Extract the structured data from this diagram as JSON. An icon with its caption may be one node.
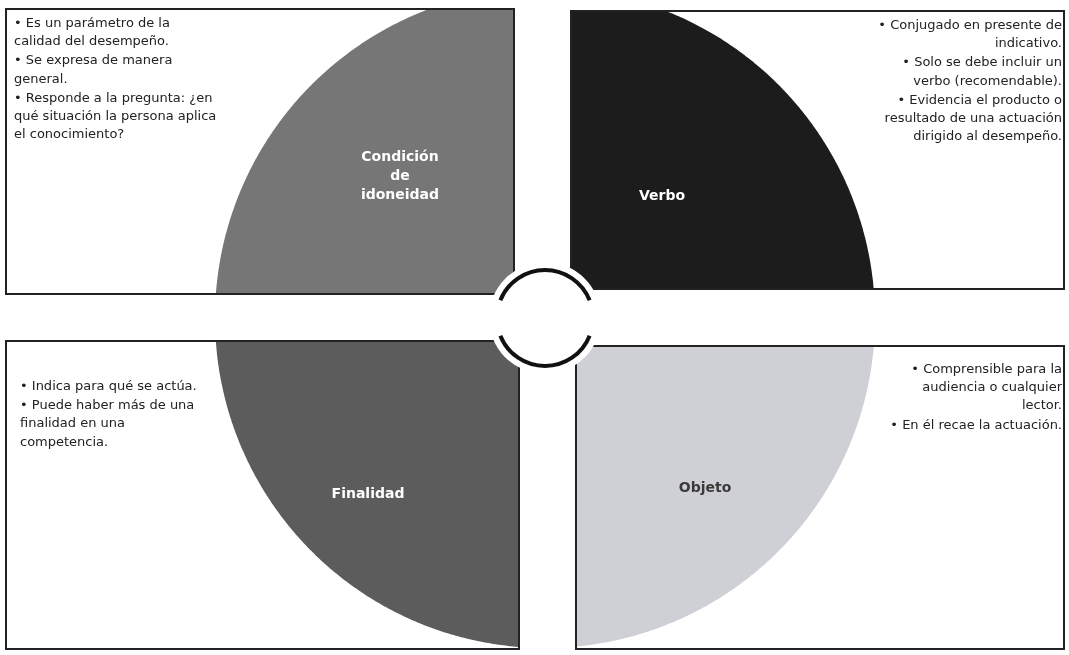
{
  "diagram": {
    "nodes": [
      {
        "text": [
          "• Es un parámetro de la calidad del desempeño.",
          "• Se expresa de manera general.",
          "• Responde a la pregunta: ¿en qué situación la persona aplica el conocimiento?"
        ]
      },
      {
        "text": [
          "Condición de idoneidad"
        ],
        "in": 0
      },
      {
        "text": [
          "• Conjugado en presente de indicativo.",
          "• Solo se debe incluir un verbo (recomendable).",
          "• Evidencia el producto o resultado de una actuación dirigido al desempeño."
        ]
      },
      {
        "text": [
          "Verbo"
        ],
        "in": 2
      },
      {
        "text": [
          "• Indica para qué se actúa.",
          "• Puede haber más de una finalidad en una competencia."
        ]
      },
      {
        "text": [
          "Finalidad"
        ],
        "in": 4
      },
      {
        "text": [
          "• Comprensible para la audiencia o cualquier lector.",
          "• En él recae la actuación."
        ]
      },
      {
        "text": [
          "Objeto"
        ],
        "in": 6
      }
    ]
  }
}
